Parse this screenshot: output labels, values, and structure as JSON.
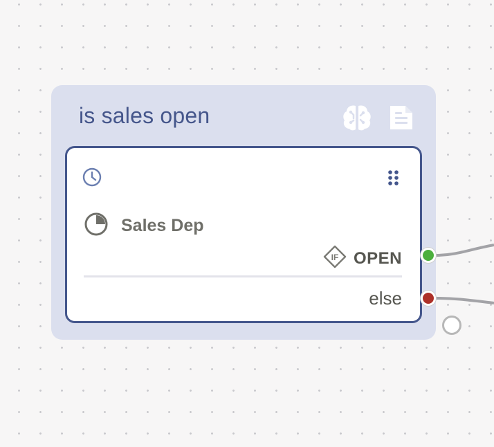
{
  "node": {
    "title": "is sales open",
    "header_icons": [
      "brain-icon",
      "document-icon"
    ],
    "schedule_icon": "clock-icon",
    "drag_icon": "drag-handle-icon",
    "item": {
      "icon": "pie-chart-icon",
      "label": "Sales Dep"
    },
    "condition": {
      "badge_icon": "if-diamond-icon",
      "label": "OPEN",
      "handle_color": "#4caf3d"
    },
    "fallback": {
      "label": "else",
      "handle_color": "#ad3028"
    }
  },
  "colors": {
    "canvas": "#f7f6f6",
    "group": "#dbdfee",
    "accent": "#44568c",
    "edge": "#a3a3a7"
  }
}
